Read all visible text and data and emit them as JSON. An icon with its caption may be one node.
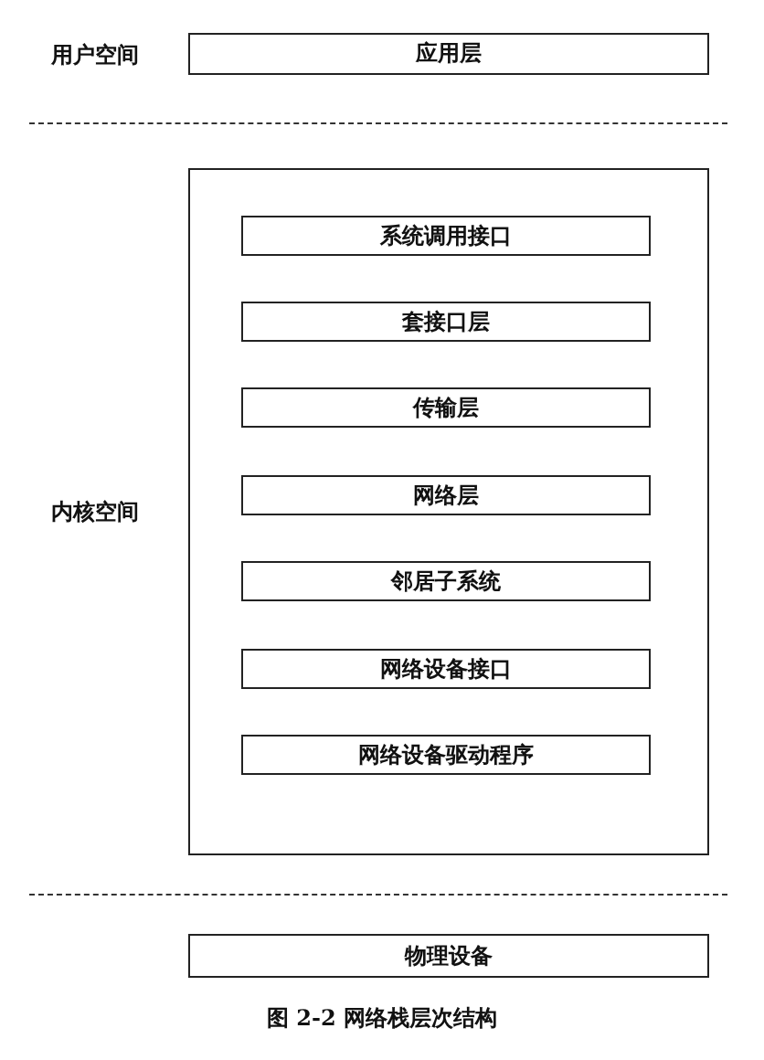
{
  "diagram": {
    "caption": "图 2-2 网络栈层次结构",
    "nodes": [
      {
        "text": [
          "应用层"
        ]
      },
      {
        "text": [
          "内核空间"
        ]
      },
      {
        "text": [
          "系统调用接口"
        ],
        "in": 1
      },
      {
        "text": [
          "套接口层"
        ],
        "in": 1
      },
      {
        "text": [
          "传输层"
        ],
        "in": 1
      },
      {
        "text": [
          "网络层"
        ],
        "in": 1
      },
      {
        "text": [
          "邻居子系统"
        ],
        "in": 1
      },
      {
        "text": [
          "网络设备接口"
        ],
        "in": 1
      },
      {
        "text": [
          "网络设备驱动程序"
        ],
        "in": 1
      },
      {
        "text": [
          "物理设备"
        ]
      }
    ],
    "labels": [
      "用户空间"
    ]
  }
}
